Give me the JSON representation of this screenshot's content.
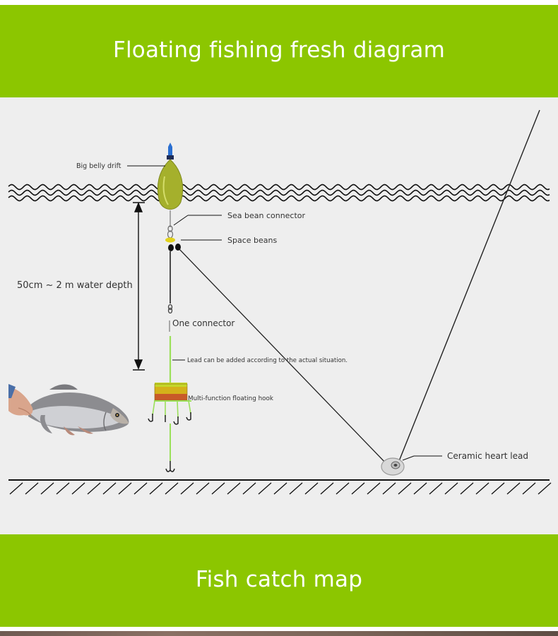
{
  "header": {
    "title": "Floating fishing fresh diagram"
  },
  "diagram": {
    "labels": {
      "big_belly_drift": "Big belly drift",
      "sea_bean_connector": "Sea bean connector",
      "space_beans": "Space beans",
      "water_depth": "50cm ~ 2 m water depth",
      "one_connector": "One connector",
      "lead_note": "Lead can be added according to the actual situation.",
      "multi_function_hook": "Multi-function floating hook",
      "ceramic_heart_lead": "Ceramic heart lead"
    },
    "colors": {
      "banner": "#8cc600",
      "background": "#eeeeee",
      "float_body": "#9fb32a",
      "float_tip": "#2a6fd1",
      "leader_line": "#9be05a"
    }
  },
  "footer": {
    "title": "Fish catch map"
  }
}
